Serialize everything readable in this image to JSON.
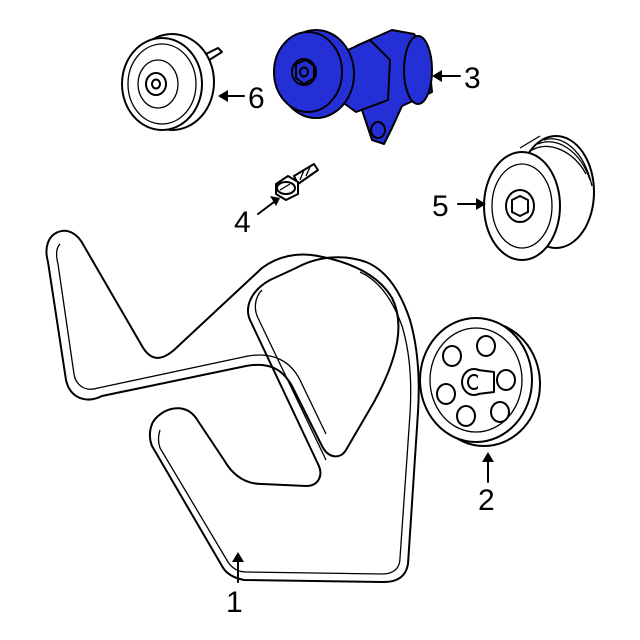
{
  "accent_color": "#2430d6",
  "callouts": [
    {
      "id": "serpentine-belt",
      "number": "1"
    },
    {
      "id": "pulley-2",
      "number": "2"
    },
    {
      "id": "belt-tensioner",
      "number": "3"
    },
    {
      "id": "tensioner-bolt",
      "number": "4"
    },
    {
      "id": "grooved-pulley",
      "number": "5"
    },
    {
      "id": "idler-pulley",
      "number": "6"
    }
  ]
}
